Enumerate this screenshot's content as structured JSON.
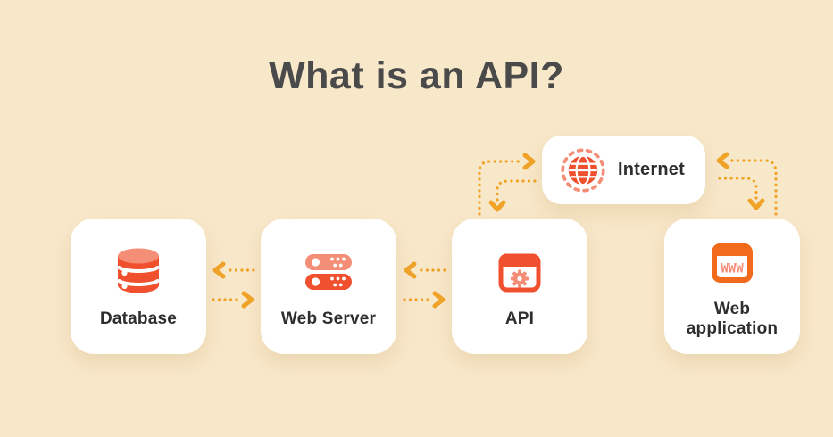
{
  "title": "What is an API?",
  "colors": {
    "background": "#F8E8CA",
    "card": "#FFFFFF",
    "title_text": "#4A4A4A",
    "label_text": "#2E2E2E",
    "arrow": "#F0A327",
    "icon_red": "#F0502E",
    "icon_salmon": "#F58E76",
    "icon_orange": "#F26A1B"
  },
  "nodes": [
    {
      "id": "database",
      "label": "Database",
      "icon": "database-icon"
    },
    {
      "id": "web-server",
      "label": "Web Server",
      "icon": "server-icon"
    },
    {
      "id": "api",
      "label": "API",
      "icon": "api-window-gear-icon"
    },
    {
      "id": "web-application",
      "label": "Web application",
      "icon": "browser-www-icon",
      "icon_text": "WWW"
    }
  ],
  "internet": {
    "id": "internet",
    "label": "Internet",
    "icon": "globe-icon"
  },
  "edges": [
    {
      "from": "web-server",
      "to": "database",
      "style": "dotted-arrow"
    },
    {
      "from": "database",
      "to": "web-server",
      "style": "dotted-arrow"
    },
    {
      "from": "api",
      "to": "web-server",
      "style": "dotted-arrow"
    },
    {
      "from": "web-server",
      "to": "api",
      "style": "dotted-arrow"
    },
    {
      "from": "api",
      "to": "internet",
      "style": "dotted-arrow"
    },
    {
      "from": "internet",
      "to": "api",
      "style": "dotted-arrow"
    },
    {
      "from": "web-application",
      "to": "internet",
      "style": "dotted-arrow"
    },
    {
      "from": "internet",
      "to": "web-application",
      "style": "dotted-arrow"
    }
  ]
}
